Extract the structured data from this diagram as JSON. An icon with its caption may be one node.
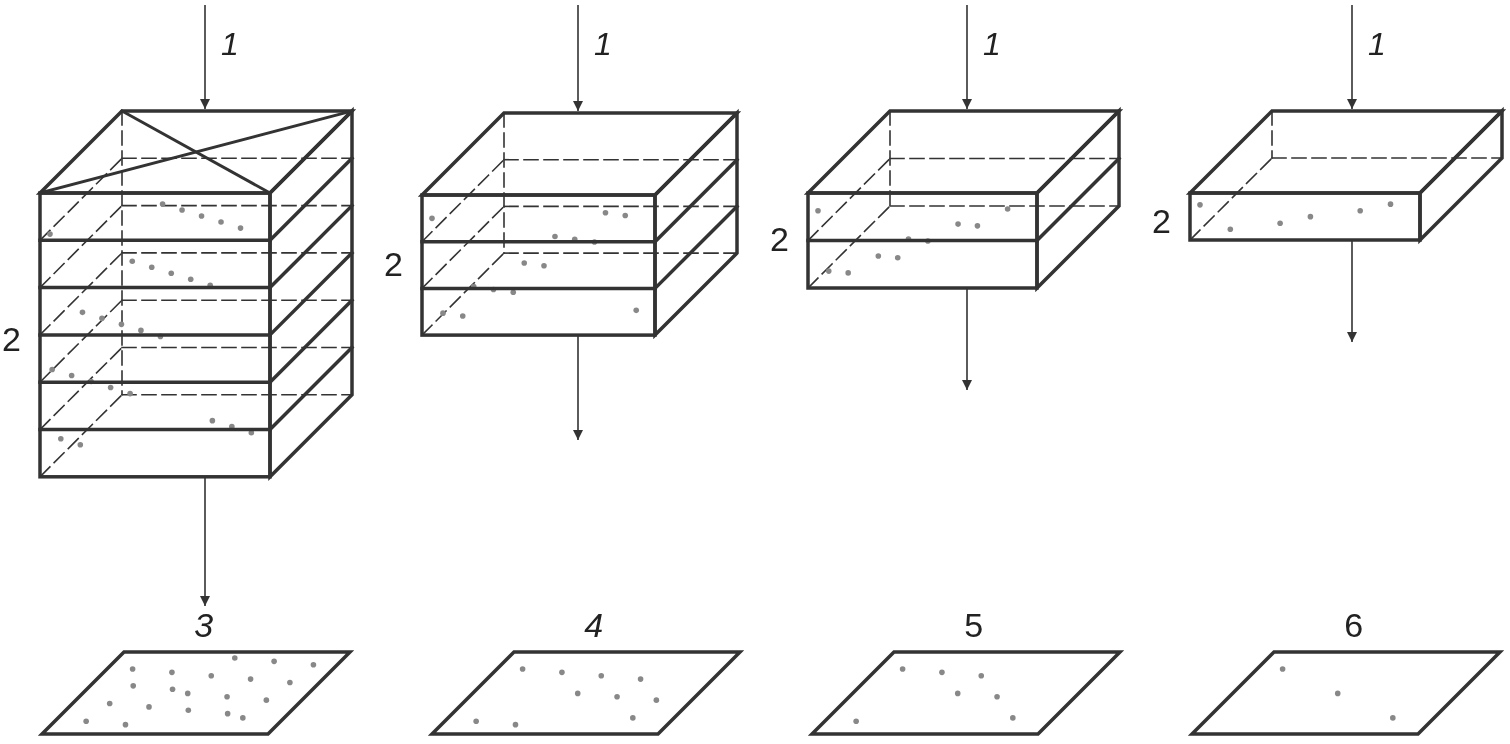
{
  "diagram": {
    "nodes": [
      {
        "text": [],
        "shape": "box"
      },
      {
        "text": [],
        "shape": "box"
      },
      {
        "text": [],
        "shape": "box"
      },
      {
        "text": [],
        "shape": "box"
      },
      {
        "text": [
          "3"
        ]
      },
      {
        "text": [
          "4"
        ]
      },
      {
        "text": [
          "5"
        ]
      },
      {
        "text": [
          "6"
        ]
      }
    ],
    "edges": [
      {
        "from": null,
        "to": 0,
        "arrow": "to",
        "label": "1"
      },
      {
        "from": null,
        "to": 1,
        "arrow": "to",
        "label": "1"
      },
      {
        "from": null,
        "to": 2,
        "arrow": "to",
        "label": "1"
      },
      {
        "from": null,
        "to": 3,
        "arrow": "to",
        "label": "1"
      },
      {
        "from": 0,
        "to": 4,
        "arrow": "to"
      },
      {
        "from": 1,
        "to": null,
        "arrow": "to"
      },
      {
        "from": 2,
        "to": null,
        "arrow": "to"
      },
      {
        "from": 3,
        "to": null,
        "arrow": "to"
      }
    ],
    "labels": [
      "2",
      "2",
      "2",
      "2"
    ]
  }
}
